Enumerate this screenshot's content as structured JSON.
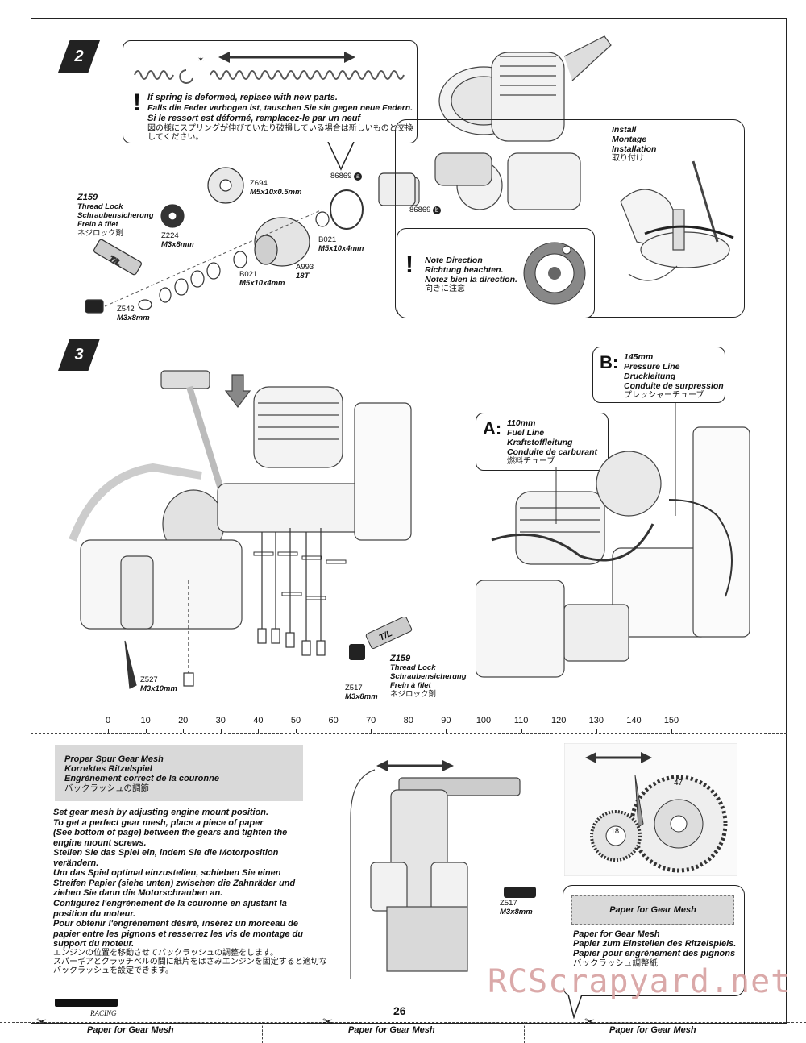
{
  "step2": {
    "badge": "2",
    "warning": {
      "en": "If spring is deformed, replace with new parts.",
      "de": "Falls die Feder verbogen ist, tauschen Sie sie gegen neue Federn.",
      "fr": "Si le ressort est déformé, remplacez-le par un neuf",
      "jp": "図の様にスプリングが伸びていたり破損している場合は新しいものと交換してください。"
    },
    "parts": {
      "p86869a": "86869",
      "p86869b": "86869",
      "z694_code": "Z694",
      "z694_size": "M5x10x0.5mm",
      "z159_code": "Z159",
      "z159_en": "Thread Lock",
      "z159_de": "Schraubensicherung",
      "z159_fr": "Frein à filet",
      "z159_jp": "ネジロック剤",
      "z224_code": "Z224",
      "z224_size": "M3x8mm",
      "b021a_code": "B021",
      "b021a_size": "M5x10x4mm",
      "b021b_code": "B021",
      "b021b_size": "M5x10x4mm",
      "a993_code": "A993",
      "a993_size": "18T",
      "z542_code": "Z542",
      "z542_size": "M3x8mm",
      "tl": "T/L"
    },
    "install": {
      "en": "Install",
      "de": "Montage",
      "fr": "Installation",
      "jp": "取り付け"
    },
    "note": {
      "en": "Note Direction",
      "de": "Richtung beachten.",
      "fr": "Notez bien la direction.",
      "jp": "向きに注意"
    }
  },
  "step3": {
    "badge": "3",
    "lineA": {
      "letter": "A:",
      "size": "110mm",
      "en": "Fuel Line",
      "de": "Kraftstoffleitung",
      "fr": "Conduite de carburant",
      "jp": "燃料チューブ"
    },
    "lineB": {
      "letter": "B:",
      "size": "145mm",
      "en": "Pressure Line",
      "de": "Druckleitung",
      "fr": "Conduite de surpression",
      "jp": "プレッシャーチューブ"
    },
    "z527_code": "Z527",
    "z527_size": "M3x10mm",
    "z517_code": "Z517",
    "z517_size": "M3x8mm",
    "z159_code": "Z159",
    "z159_en": "Thread Lock",
    "z159_de": "Schraubensicherung",
    "z159_fr": "Frein à filet",
    "z159_jp": "ネジロック剤",
    "tl": "T/L"
  },
  "ruler": {
    "labels": [
      "0",
      "10",
      "20",
      "30",
      "40",
      "50",
      "60",
      "70",
      "80",
      "90",
      "100",
      "110",
      "120",
      "130",
      "140",
      "150"
    ]
  },
  "mesh": {
    "header": [
      "Proper Spur Gear Mesh",
      "Korrektes Ritzelspiel",
      "Engrènement correct de la couronne",
      "バックラッシュの調節"
    ],
    "en": [
      "Set gear mesh by adjusting engine mount position.",
      "To get a perfect gear mesh, place a piece of paper",
      "(See bottom of page) between the gears and tighten the",
      "engine mount screws."
    ],
    "de": [
      "Stellen Sie das Spiel ein, indem Sie die Motorposition",
      "verändern.",
      "Um das Spiel optimal einzustellen, schieben Sie einen",
      "Streifen Papier (siehe unten) zwischen die Zahnräder und",
      "ziehen Sie dann die Motorschrauben an."
    ],
    "fr": [
      "Configurez l'engrènement de la couronne en ajustant la",
      "position du moteur.",
      "Pour obtenir l'engrènement désiré, insérez un morceau de",
      "papier entre les pignons et resserrez les vis de montage du",
      "support du moteur."
    ],
    "jp": [
      "エンジンの位置を移動させてバックラッシュの調整をします。",
      "スパーギアとクラッチベルの間に紙片をはさみエンジンを固定すると適切な",
      "バックラッシュを設定できます。"
    ],
    "z517_code": "Z517",
    "z517_size": "M3x8mm",
    "gear_label_a": "47",
    "gear_label_b": "18",
    "paper_box": "Paper for Gear Mesh",
    "paper_en": "Paper for Gear Mesh",
    "paper_de": "Papier zum Einstellen des Ritzelspiels.",
    "paper_fr": "Papier pour engrènement des pignons",
    "paper_jp": "バックラッシュ調整紙"
  },
  "brand": "HPI RACING",
  "page_number": "26",
  "watermark": "RCScrapyard.net",
  "footer": [
    "Paper for Gear Mesh",
    "Paper for Gear Mesh",
    "Paper for Gear Mesh"
  ]
}
